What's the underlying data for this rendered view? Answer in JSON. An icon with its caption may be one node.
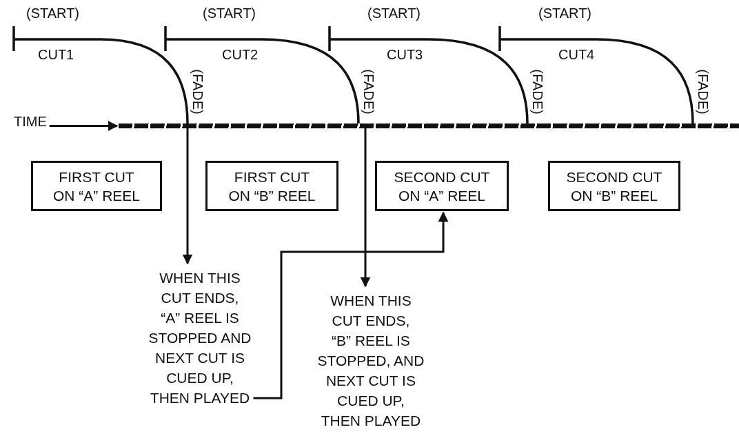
{
  "diagram": {
    "nodes": [
      {
        "text": [
          "FIRST CUT ON “A” REEL"
        ]
      },
      {
        "text": [
          "FIRST CUT ON “B” REEL"
        ]
      },
      {
        "text": [
          "SECOND CUT ON “A” REEL"
        ]
      },
      {
        "text": [
          "SECOND CUT ON “B” REEL"
        ]
      },
      {
        "text": [
          "WHEN THIS CUT ENDS, “A” REEL IS STOPPED AND NEXT CUT IS CUED UP, THEN PLAYED"
        ]
      },
      {
        "text": [
          "WHEN THIS CUT ENDS, “B” REEL IS STOPPED, AND NEXT CUT IS CUED UP, THEN PLAYED"
        ]
      },
      {
        "text": [],
        "shape": "bar"
      },
      {
        "text": [
          "TIME"
        ]
      }
    ],
    "edges": [
      {
        "from": 7,
        "to": 6,
        "arrow": "to"
      },
      {
        "from": 6,
        "to": 4,
        "arrow": "to"
      },
      {
        "from": 6,
        "to": 5,
        "arrow": "to"
      },
      {
        "from": 4,
        "to": 2,
        "arrow": "to"
      }
    ],
    "labels": [
      "(START)",
      "(START)",
      "(START)",
      "(START)",
      "CUT1",
      "CUT2",
      "CUT3",
      "CUT4",
      "(FADE)",
      "(FADE)",
      "(FADE)",
      "(FADE)"
    ]
  }
}
